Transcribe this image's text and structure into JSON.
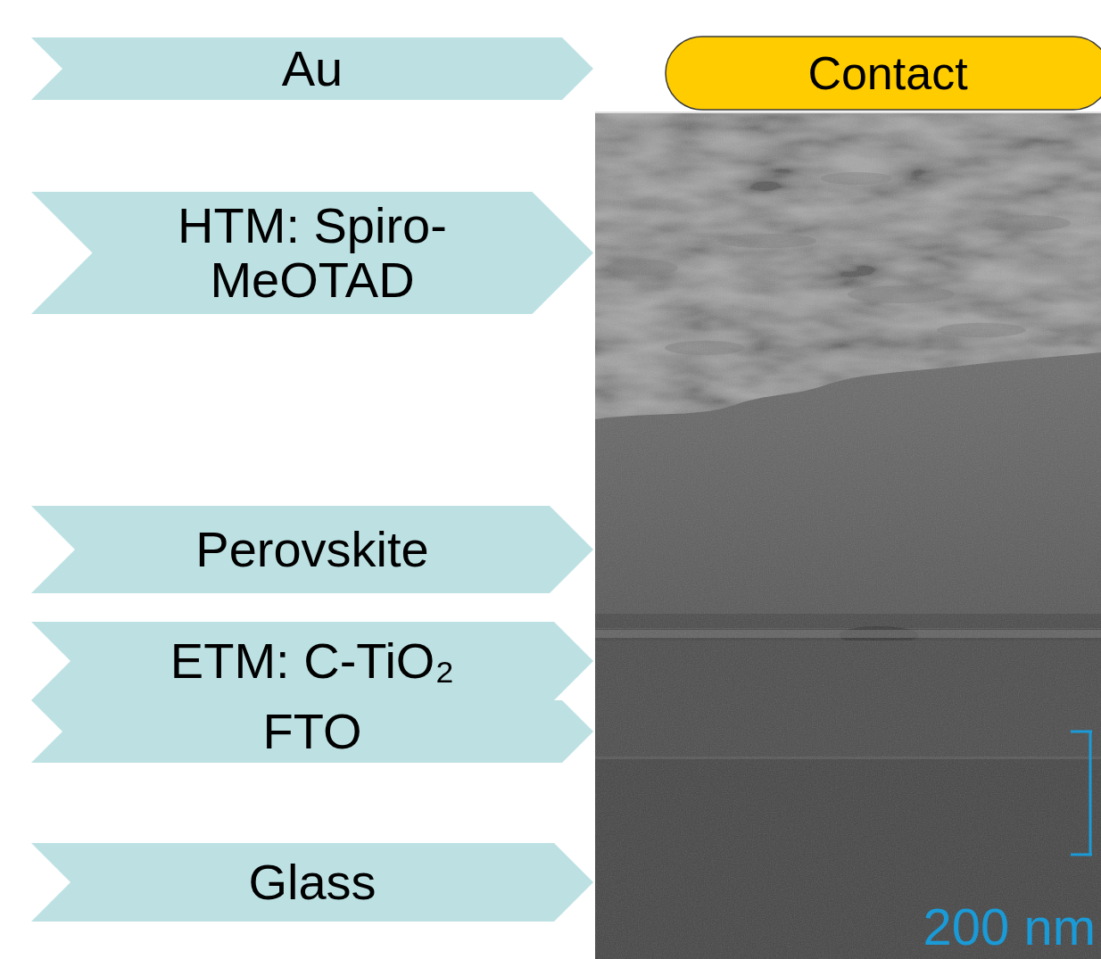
{
  "diagram": {
    "nodes": [
      {
        "text": [
          "Au"
        ]
      },
      {
        "text": [
          "Contact"
        ]
      },
      {
        "text": [
          "HTM: Spiro-MeOTAD"
        ]
      },
      {
        "text": [
          "Perovskite"
        ]
      },
      {
        "text": [
          "ETM: C-TiO₂"
        ]
      },
      {
        "text": [
          "FTO"
        ]
      },
      {
        "text": [
          "Glass"
        ]
      }
    ],
    "labels": [
      "200 nm"
    ]
  }
}
